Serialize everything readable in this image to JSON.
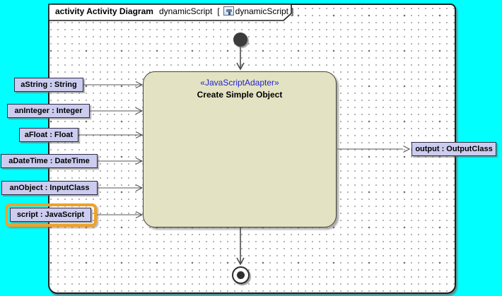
{
  "tab": {
    "keyword": "activity Activity Diagram",
    "diagram_name": "dynamicScript",
    "open_bracket": "[",
    "context_name": "dynamicScript",
    "close_bracket": "]"
  },
  "action": {
    "stereotype": "«JavaScriptAdapter»",
    "name": "Create Simple Object"
  },
  "input_pins": [
    {
      "label": "aString : String"
    },
    {
      "label": "anInteger : Integer"
    },
    {
      "label": "aFloat : Float"
    },
    {
      "label": "aDateTime : DateTime"
    },
    {
      "label": "anObject : InputClass"
    },
    {
      "label": "script : JavaScript",
      "selected": true
    }
  ],
  "output_pins": [
    {
      "label": "output : OutputClass"
    }
  ],
  "colors": {
    "background": "#00ffff",
    "canvas": "#ffffff",
    "action_fill": "#e3e3c3",
    "pin_fill": "#ccccf0",
    "stereotype_text": "#2323cd",
    "selection_highlight": "#f0a129",
    "edge": "#555555",
    "node_border": "#45453a"
  }
}
